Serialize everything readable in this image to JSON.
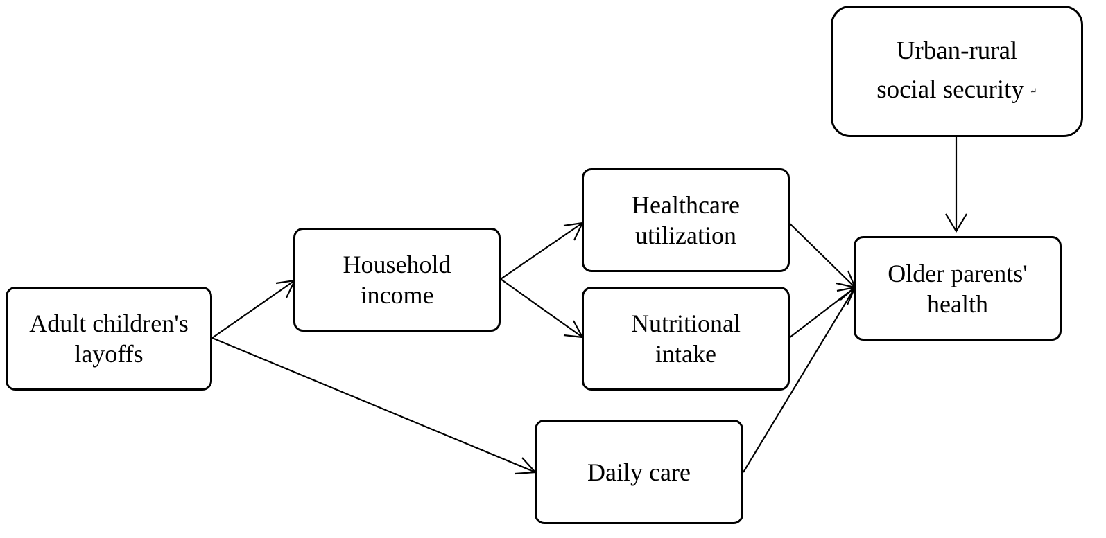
{
  "diagram": {
    "nodes": {
      "layoffs": {
        "line1": "Adult children's",
        "line2": "layoffs"
      },
      "income": {
        "line1": "Household",
        "line2": "income"
      },
      "healthcare": {
        "line1": "Healthcare",
        "line2": "utilization"
      },
      "nutrition": {
        "line1": "Nutritional",
        "line2": "intake"
      },
      "daily_care": {
        "line1": "Daily care"
      },
      "health": {
        "line1": "Older parents'",
        "line2": "health"
      },
      "social_security": {
        "line1": "Urban-rural",
        "line2": "social security",
        "mark": "↵"
      }
    },
    "edges": [
      {
        "from": "layoffs",
        "to": "income"
      },
      {
        "from": "income",
        "to": "healthcare"
      },
      {
        "from": "income",
        "to": "nutrition"
      },
      {
        "from": "layoffs",
        "to": "daily_care"
      },
      {
        "from": "healthcare",
        "to": "health"
      },
      {
        "from": "nutrition",
        "to": "health"
      },
      {
        "from": "daily_care",
        "to": "health"
      },
      {
        "from": "social_security",
        "to": "health"
      }
    ]
  }
}
